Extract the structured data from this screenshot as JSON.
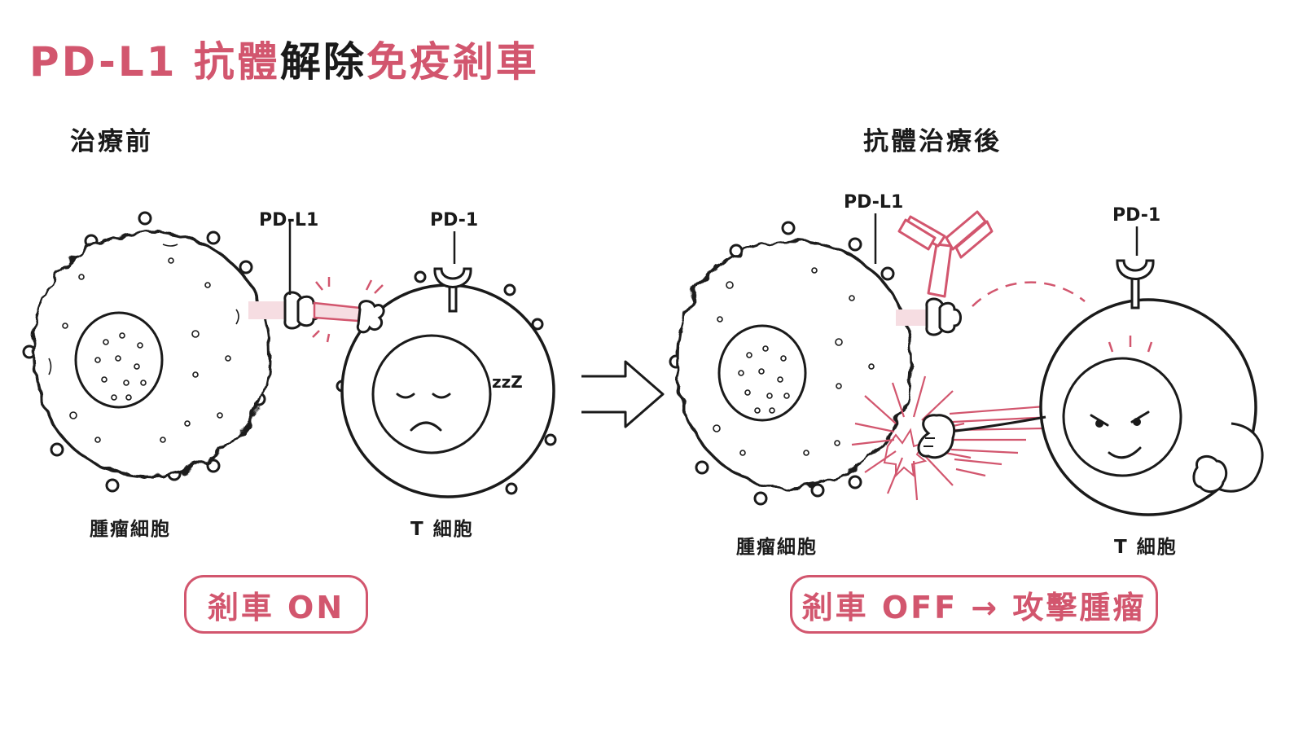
{
  "title": {
    "part1": "PD-L1 抗體",
    "part2": "解除",
    "part3": "免疫剎車"
  },
  "before": {
    "heading": "治療前",
    "pdl1_label": "PD-L1",
    "pd1_label": "PD-1",
    "tumor_label": "腫瘤細胞",
    "tcell_label": "T 細胞",
    "sleep_text": "zzZ",
    "status": "剎車 ON"
  },
  "after": {
    "heading": "抗體治療後",
    "pdl1_label": "PD-L1",
    "pd1_label": "PD-1",
    "tumor_label": "腫瘤細胞",
    "tcell_label": "T 細胞",
    "status": "剎車 OFF → 攻擊腫瘤"
  },
  "colors": {
    "accent": "#d2566e",
    "ink": "#1a1a1a",
    "light_pink": "#f6dde2"
  }
}
